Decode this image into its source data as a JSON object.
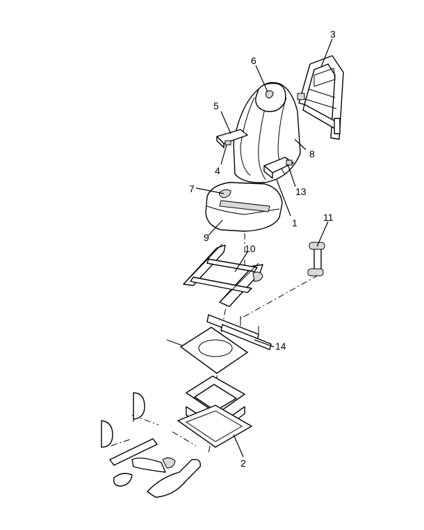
{
  "callouts": {
    "c1": "1",
    "c2": "2",
    "c3": "3",
    "c4": "4",
    "c5": "5",
    "c6": "6",
    "c7": "7",
    "c8": "8",
    "c9": "9",
    "c10": "10",
    "c11": "11",
    "c13": "13",
    "c14": "14"
  },
  "colors": {
    "line": "#000000",
    "background": "#ffffff",
    "fill": "#d8d8d8"
  }
}
